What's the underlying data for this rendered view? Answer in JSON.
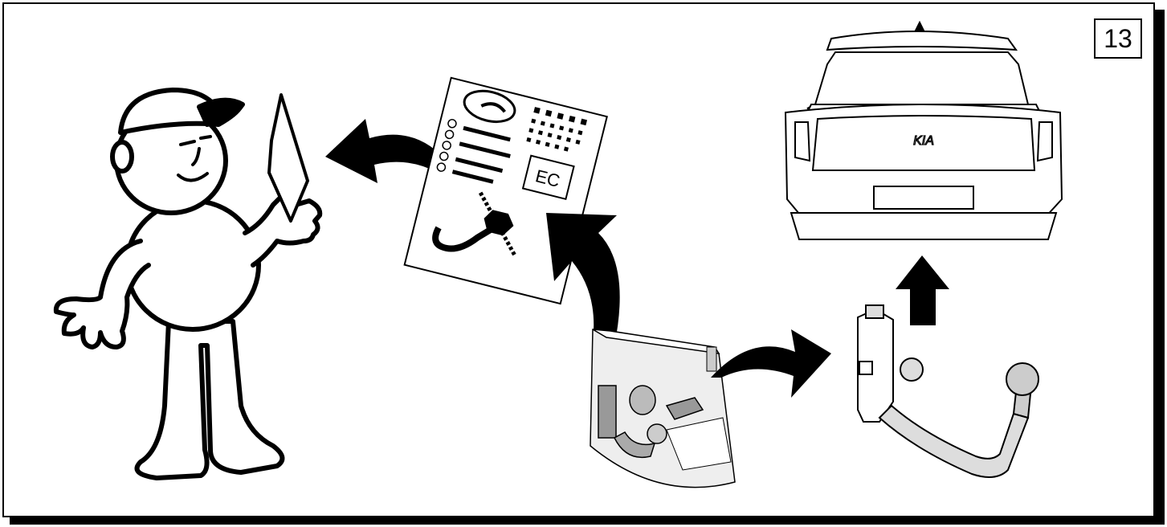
{
  "step": {
    "number": "13"
  },
  "certificate": {
    "mark": "EC"
  },
  "car": {
    "logo": "KIA"
  },
  "colors": {
    "ink": "#000000",
    "paper": "#ffffff",
    "bag": "#eeeeee",
    "cup": "#bbbbbb"
  },
  "icons": [
    "mechanic-figure",
    "certificate-document",
    "arrow-icon",
    "accessory-bag",
    "tow-bar",
    "car-rear",
    "up-arrow-icon"
  ]
}
